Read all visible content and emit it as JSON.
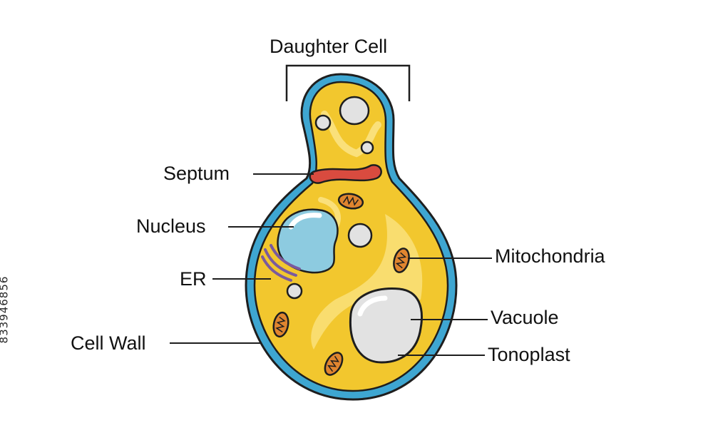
{
  "diagram": {
    "labels": {
      "daughter_cell": "Daughter Cell",
      "septum": "Septum",
      "nucleus": "Nucleus",
      "er": "ER",
      "cell_wall": "Cell Wall",
      "mitochondria": "Mitochondria",
      "vacuole": "Vacuole",
      "tonoplast": "Tonoplast"
    },
    "side_id": "833946856"
  },
  "colors": {
    "cytoplasm": "#f2c72e",
    "cell_wall": "#3ea6d1",
    "outline": "#1e1e1e",
    "septum": "#d94b3f",
    "nucleus": "#8dcbe0",
    "vacuole": "#e2e2e2",
    "mitochondria": "#e0852f",
    "er": "#7a5a9e"
  }
}
